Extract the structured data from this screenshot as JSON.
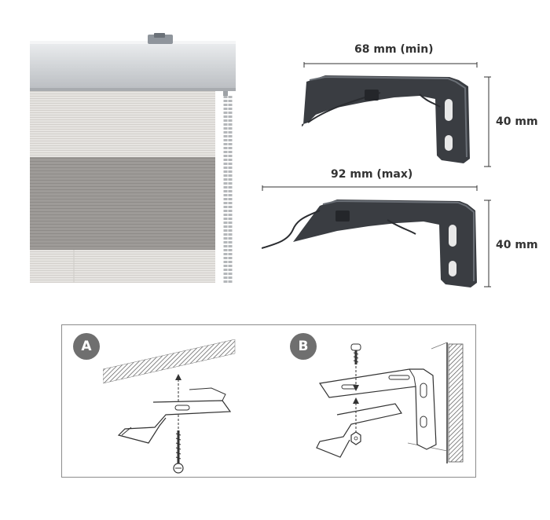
{
  "top_dimension_min": {
    "label": "68 mm (min)"
  },
  "top_dimension_max": {
    "label": "92 mm (max)"
  },
  "height_dimension_top": {
    "label": "40 mm"
  },
  "height_dimension_bottom": {
    "label": "40 mm"
  },
  "steps": {
    "a": {
      "badge": "A"
    },
    "b": {
      "badge": "B"
    }
  },
  "colors": {
    "cassette": "#d7d9dc",
    "fabric_light": "#e4e2df",
    "fabric_dark": "#9a9795",
    "bracket": "#3a3d42",
    "badge": "#6f6f6f"
  }
}
